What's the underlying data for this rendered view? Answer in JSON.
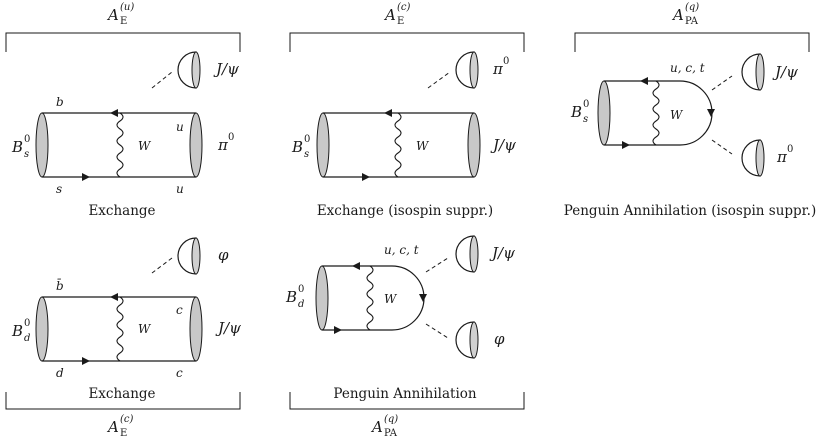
{
  "headers": {
    "top_left": {
      "base": "A",
      "sub": "E",
      "sup": "(u)"
    },
    "top_middle": {
      "base": "A",
      "sub": "E",
      "sup": "(c)"
    },
    "top_right": {
      "base": "A",
      "sub": "PA",
      "sup": "(q)"
    },
    "bottom_left": {
      "base": "A",
      "sub": "E",
      "sup": "(c)"
    },
    "bottom_middle": {
      "base": "A",
      "sub": "PA",
      "sup": "(q)"
    }
  },
  "diagrams": {
    "exchange_bs_pi0": {
      "meson": {
        "base": "B",
        "sub": "s",
        "sup": "0"
      },
      "top_quark": "b",
      "bottom_quark": "s",
      "right_top_quark": "u",
      "right_bottom_quark": "u",
      "boson": "W",
      "out_upper": "J/ψ",
      "out_right": {
        "base": "π",
        "sup": "0"
      },
      "caption": "Exchange"
    },
    "exchange_isospin": {
      "meson": {
        "base": "B",
        "sub": "s",
        "sup": "0"
      },
      "boson": "W",
      "out_upper": {
        "base": "π",
        "sup": "0"
      },
      "out_right": "J/ψ",
      "caption": "Exchange (isospin suppr.)"
    },
    "penguin_isospin": {
      "meson": {
        "base": "B",
        "sub": "s",
        "sup": "0"
      },
      "loop_quarks": "u, c, t",
      "boson": "W",
      "out_upper": "J/ψ",
      "out_lower": {
        "base": "π",
        "sup": "0"
      },
      "caption": "Penguin Annihilation (isospin suppr.)"
    },
    "exchange_bd": {
      "meson": {
        "base": "B",
        "sub": "d",
        "sup": "0"
      },
      "top_quark": "b̄",
      "bottom_quark": "d",
      "right_top_quark": "c",
      "right_bottom_quark": "c",
      "boson": "W",
      "out_upper": "φ",
      "out_right": "J/ψ",
      "caption": "Exchange"
    },
    "penguin_bd": {
      "meson": {
        "base": "B",
        "sub": "d",
        "sup": "0"
      },
      "loop_quarks": "u, c, t",
      "boson": "W",
      "out_upper": "J/ψ",
      "out_lower": "φ",
      "caption": "Penguin Annihilation"
    }
  },
  "colors": {
    "ink": "#1a1a1a",
    "blob": "#c8c8c8"
  }
}
